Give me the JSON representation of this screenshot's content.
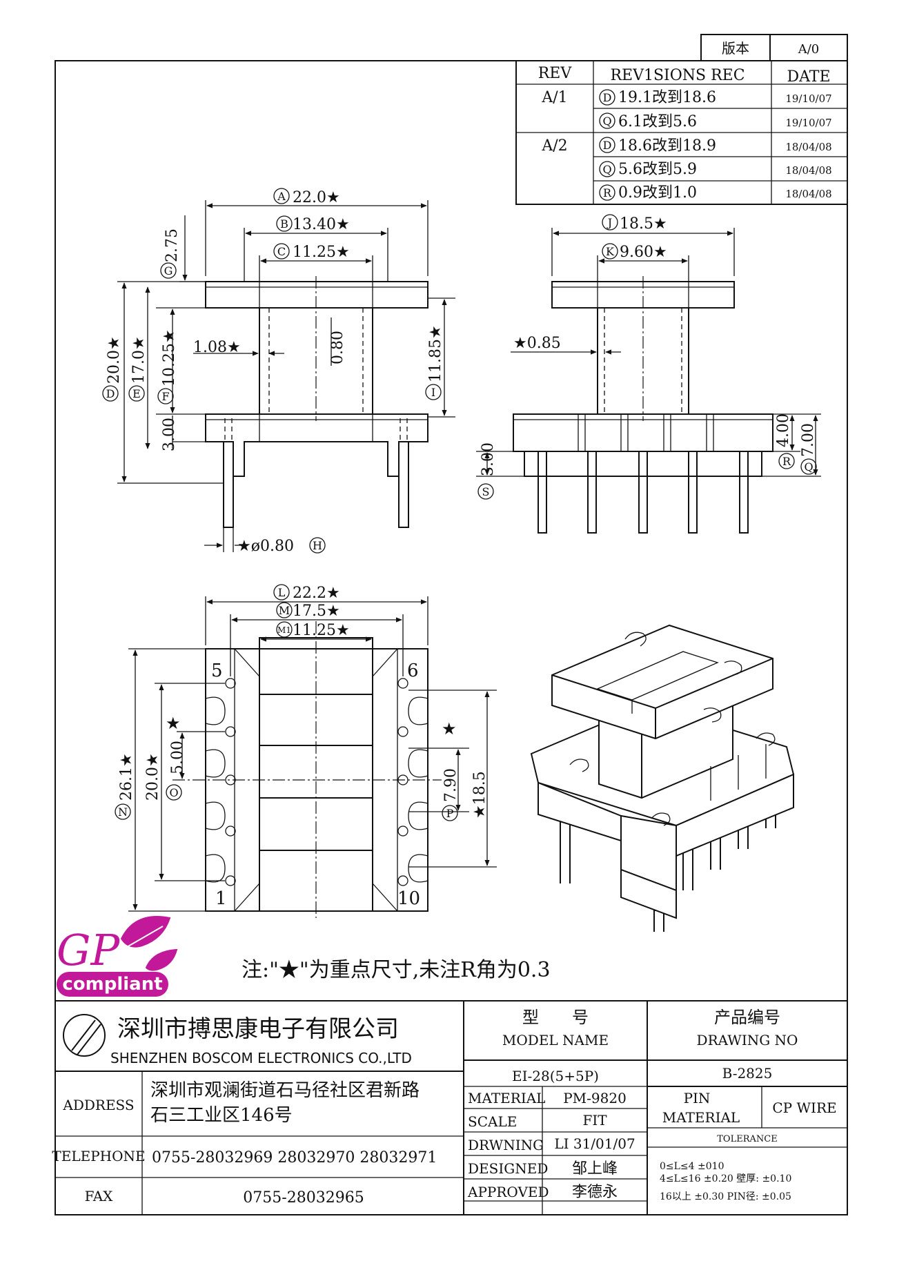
{
  "version_box": {
    "label": "版本",
    "value": "A/0"
  },
  "revisions": {
    "headers": {
      "rev": "REV",
      "rec": "REV1SIONS REC",
      "date": "DATE"
    },
    "rows": [
      {
        "rev": "A/1",
        "mark": "D",
        "change": "19.1改到18.6",
        "date": "19/10/07"
      },
      {
        "rev": "",
        "mark": "Q",
        "change": "6.1改到5.6",
        "date": "19/10/07"
      },
      {
        "rev": "A/2",
        "mark": "D",
        "change": "18.6改到18.9",
        "date": "18/04/08"
      },
      {
        "rev": "",
        "mark": "Q",
        "change": "5.6改到5.9",
        "date": "18/04/08"
      },
      {
        "rev": "",
        "mark": "R",
        "change": "0.9改到1.0",
        "date": "18/04/08"
      }
    ]
  },
  "dimensions": {
    "A": "22.0★",
    "B": "13.40★",
    "C": "11.25★",
    "G": "2.75",
    "D": "20.0★",
    "E": "17.0★",
    "F": "10.25★",
    "I": "11.85★",
    "pin_gap": "1.08★",
    "wall": "0.80",
    "base_h": "3.00",
    "H": "★ø0.80",
    "J": "18.5★",
    "K": "9.60★",
    "side_wall": "★0.85",
    "R": "4.00",
    "Q": "7.00",
    "S": "3.00",
    "L": "22.2★",
    "M": "17.5★",
    "M1": "11.25★",
    "N": "26.1★",
    "span20": "20.0★",
    "O": "5.00",
    "star": "★",
    "P": "7.90",
    "span185": "★18.5"
  },
  "pin_numbers": {
    "p5": "5",
    "p6": "6",
    "p1": "1",
    "p10": "10"
  },
  "note": "注:\"★\"为重点尺寸,未注R角为0.3",
  "gp_logo": {
    "letters": "GP",
    "word": "compliant",
    "color": "#c2189a"
  },
  "company": {
    "name_cn": "深圳市搏思康电子有限公司",
    "name_en": "SHENZHEN BOSCOM ELECTRONICS CO.,LTD",
    "address_label": "ADDRESS",
    "address_line1": "深圳市观澜街道石马径社区君新路",
    "address_line2": "石三工业区146号",
    "telephone_label": "TELEPHONE",
    "telephone": "0755-28032969 28032970 28032971",
    "fax_label": "FAX",
    "fax": "0755-28032965"
  },
  "title_block": {
    "model_cn": "型　　号",
    "model_en": "MODEL NAME",
    "model_value": "EI-28(5+5P)",
    "drawing_cn": "产品编号",
    "drawing_en": "DRAWING NO",
    "drawing_value": "B-2825",
    "material_label": "MATERIAL",
    "material_value": "PM-9820",
    "scale_label": "SCALE",
    "scale_value": "FIT",
    "drawing_label": "DRWNING",
    "drawing_by": "LI 31/01/07",
    "designed_label": "DESIGNED",
    "designed_by": "邹上峰",
    "approved_label": "APPROVED",
    "approved_by": "李德永",
    "pin_label": "PIN",
    "pin_material_label": "MATERIAL",
    "pin_material": "CP WIRE",
    "tolerance_label": "TOLERANCE",
    "tol_line1": "0≤L≤4  ±010",
    "tol_line2": "4≤L≤16  ±0.20   壁厚:  ±0.10",
    "tol_line3": "16以上     ±0.30  PIN径: ±0.05"
  }
}
